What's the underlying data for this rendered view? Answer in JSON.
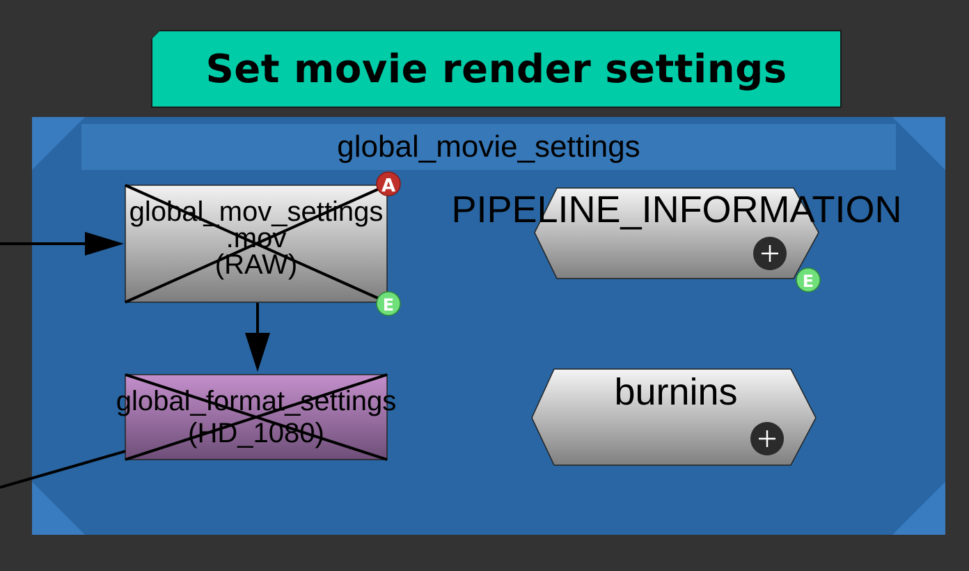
{
  "sticky_note": {
    "text": "Set movie render settings",
    "color": "#00cca8"
  },
  "network_box": {
    "title": "global_movie_settings",
    "color": "#2966a3"
  },
  "nodes": {
    "mov_settings": {
      "name": "global_mov_settings",
      "line2": ".mov",
      "line3": "(RAW)",
      "bypassed": true,
      "badge_top": "A",
      "badge_bottom": "E"
    },
    "format_settings": {
      "name": "global_format_settings",
      "line2": "(HD_1080)",
      "bypassed": true,
      "color": "#b07bb8"
    },
    "pipeline_info": {
      "name": "PIPELINE_INFORMATION",
      "badge": "E",
      "icon": "plus-icon"
    },
    "burnins": {
      "name": "burnins",
      "icon": "plus-icon"
    }
  }
}
